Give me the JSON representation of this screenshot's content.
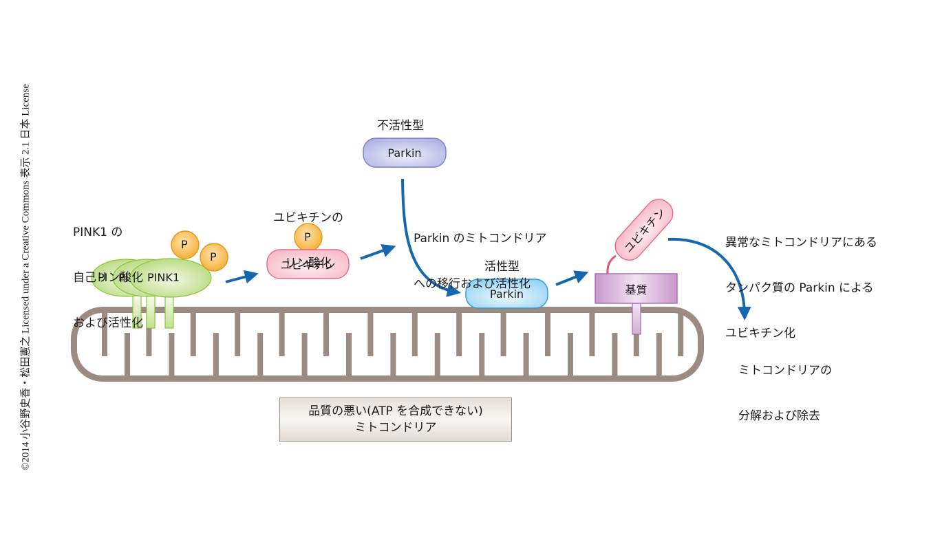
{
  "copyright": "©2014 小谷野史香・松田憲之 Licensed under a Creative Commons 表示 2.1 日本 License",
  "colors": {
    "membrane": "#9b8b80",
    "arrow": "#1666b0",
    "pink1_fill": "#c8e39a",
    "pink1_stroke": "#8cc43c",
    "phospho_fill": "#f7c053",
    "phospho_stroke": "#e8961a",
    "ubiquitin_fill": "#f9c7d0",
    "ubiquitin_stroke": "#e06a85",
    "parkin_inactive_fill": "#b7bce6",
    "parkin_inactive_stroke": "#7a80c4",
    "parkin_active_fill": "#a8dcf5",
    "parkin_active_stroke": "#2d9ad8",
    "substrate_fill": "#d7b1d9",
    "substrate_stroke": "#a66aaa"
  },
  "steps": {
    "pink1_activation": {
      "caption_lines": [
        "PINK1 の",
        "自己リン酸化",
        "および活性化"
      ],
      "protein_label": "PINK1",
      "protein_label_partial": "PI",
      "phosphate_label": "P"
    },
    "ubiquitin_phosphorylation": {
      "caption_lines": [
        "ユビキチンの",
        "リン酸化"
      ],
      "protein_label": "ユビキチン",
      "phosphate_label": "P"
    },
    "parkin_inactive": {
      "caption": "不活性型",
      "protein_label": "Parkin"
    },
    "parkin_translocation": {
      "caption_lines": [
        "Parkin のミトコンドリア",
        "への移行および活性化"
      ]
    },
    "parkin_active": {
      "caption": "活性型",
      "protein_label": "Parkin"
    },
    "substrate_ubiquitination": {
      "substrate_label": "基質",
      "ubiquitin_label": "ユビキチン",
      "caption_lines": [
        "異常なミトコンドリアにある",
        "タンパク質の Parkin による",
        "ユビキチン化"
      ]
    },
    "degradation": {
      "caption_lines": [
        "ミトコンドリアの",
        "分解および除去"
      ]
    }
  },
  "mitochondrion": {
    "caption_lines": [
      "品質の悪い(ATP を合成できない)",
      "ミトコンドリア"
    ]
  }
}
